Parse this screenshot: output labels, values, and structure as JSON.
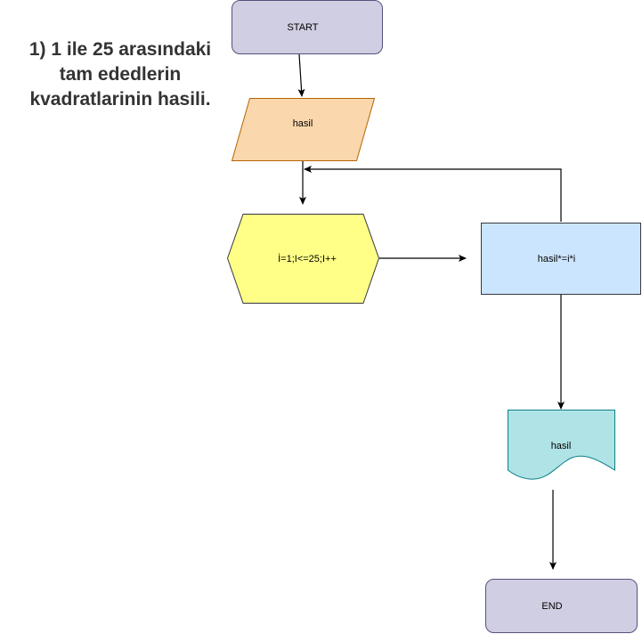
{
  "title": {
    "lines": [
      "1) 1 ile 25 arasındaki",
      "tam ededlerin",
      "kvadratlarinin hasili."
    ]
  },
  "nodes": {
    "start": {
      "label": "START",
      "shape": "rounded-rectangle",
      "fill": "#d0cee2",
      "stroke": "#56517e"
    },
    "input": {
      "label": "hasil",
      "shape": "parallelogram",
      "fill": "#fad7ac",
      "stroke": "#b46504"
    },
    "loop": {
      "label": "İ=1;I<=25;I++",
      "shape": "hexagon",
      "fill": "#ffff88",
      "stroke": "#36393d"
    },
    "process": {
      "label": "hasil*=i*i",
      "shape": "rectangle",
      "fill": "#cce5ff",
      "stroke": "#36393d"
    },
    "output": {
      "label": "hasil",
      "shape": "document",
      "fill": "#b0e3e6",
      "stroke": "#0e8088"
    },
    "end": {
      "label": "END",
      "shape": "rounded-rectangle",
      "fill": "#d0cee2",
      "stroke": "#56517e"
    }
  },
  "edges": [
    {
      "from": "start",
      "to": "input"
    },
    {
      "from": "input",
      "to": "loop"
    },
    {
      "from": "loop",
      "to": "process"
    },
    {
      "from": "process",
      "to": "input-loop-back"
    },
    {
      "from": "process",
      "to": "output"
    },
    {
      "from": "output",
      "to": "end"
    }
  ],
  "colors": {
    "edge": "#000000",
    "title_text": "#333333"
  }
}
